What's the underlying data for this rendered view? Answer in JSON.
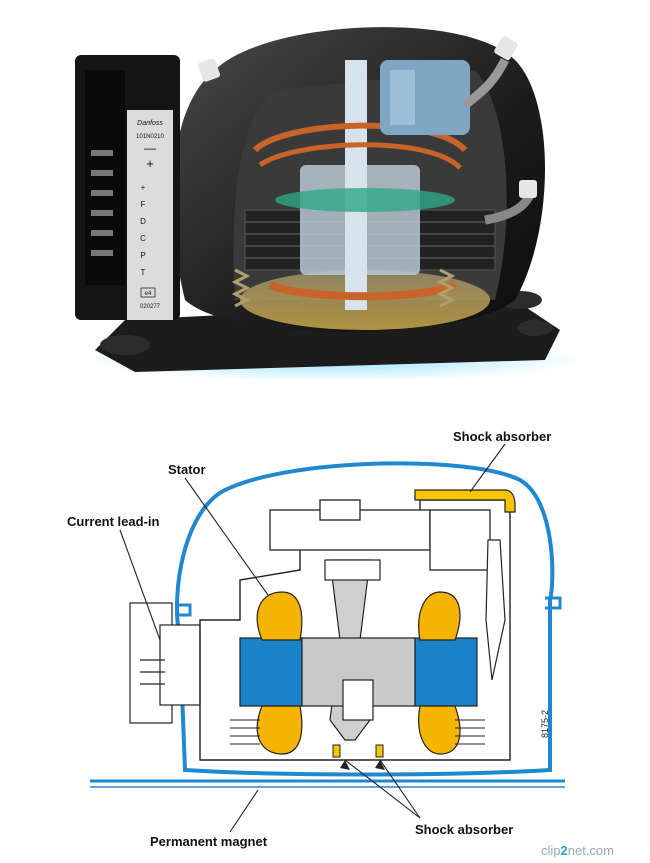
{
  "photo": {
    "plate_brand": "Danfoss",
    "plate_code": "101N0210",
    "plate_minus": "—",
    "plate_plus": "+",
    "terminals": [
      "+",
      "F",
      "D",
      "C",
      "P",
      "T"
    ],
    "mark": "e4",
    "serial": "020277"
  },
  "diagram": {
    "labels": {
      "shock_absorber_top": "Shock absorber",
      "stator": "Stator",
      "current_lead_in": "Current lead-in",
      "permanent_magnet": "Permanent magnet",
      "shock_absorber_bottom": "Shock absorber"
    },
    "figure_code": "8175-2"
  },
  "colors": {
    "shell_outline": "#1e88d0",
    "stator_blue": "#1a82c8",
    "winding_orange": "#f4b400",
    "shock_yellow": "#f7c500",
    "compressor_body": "#2a2a2a",
    "glow": "#5fc8f0"
  },
  "watermark": {
    "prefix": "clip",
    "mid": "2",
    "suffix": "net.com"
  }
}
